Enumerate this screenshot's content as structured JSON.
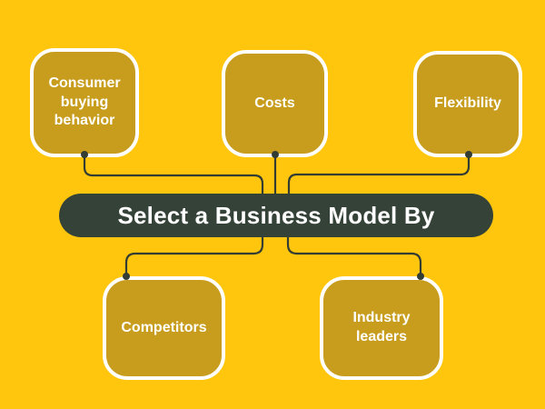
{
  "title": {
    "label": "Select a Business Model By"
  },
  "nodes": [
    {
      "label": "Consumer buying behavior"
    },
    {
      "label": "Costs"
    },
    {
      "label": "Flexibility"
    },
    {
      "label": "Competitors"
    },
    {
      "label": "Industry leaders"
    }
  ],
  "colors": {
    "background": "#ffc60d",
    "node_fill": "#c89d1e",
    "node_border": "#ffffff",
    "center_fill": "#344238",
    "connector": "#333d33",
    "text": "#ffffff"
  }
}
